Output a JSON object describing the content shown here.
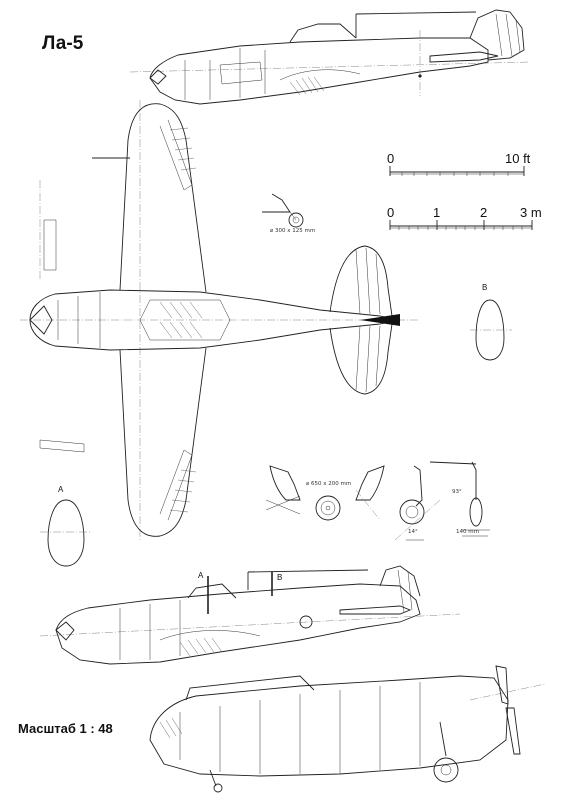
{
  "title": "Ла-5",
  "scale_label": "Масштаб 1 : 48",
  "scale_ft": {
    "start": "0",
    "end": "10 ft"
  },
  "scale_m": {
    "ticks": [
      "0",
      "1",
      "2",
      "3 m"
    ]
  },
  "tail_wheel_label": "⌀ 300 x 125 mm",
  "main_wheel_label": "⌀ 650 x 200 mm",
  "angle_label": "14°",
  "angle2_label": "93°",
  "track_label": "140 mm",
  "section_a": "A",
  "section_b": "B"
}
